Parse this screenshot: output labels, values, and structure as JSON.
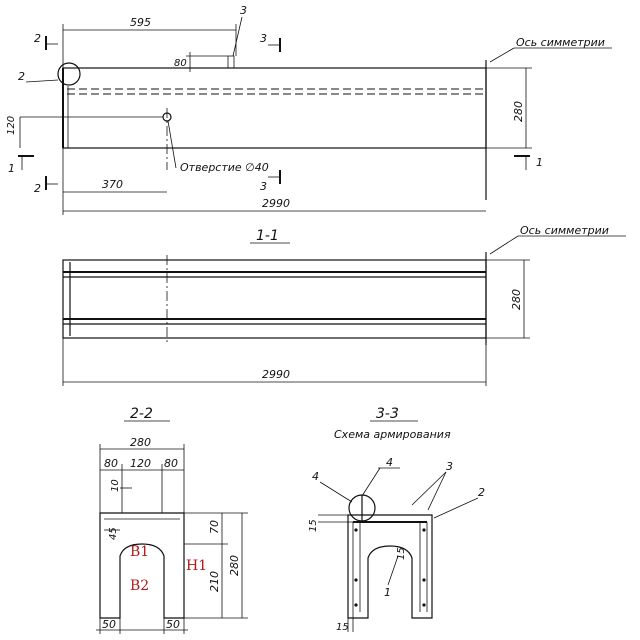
{
  "top_view": {
    "dim_595": "595",
    "dim_80": "80",
    "dim_120": "120",
    "dim_280": "280",
    "dim_370": "370",
    "dim_2990": "2990",
    "callout_3": "3",
    "callout_2_circle": "2",
    "section_2_top": "2",
    "section_2_bottom": "2",
    "section_3_top": "3",
    "section_3_bottom": "3",
    "section_1_left": "1",
    "section_1_right": "1",
    "hole_label": "Отверстие ∅40",
    "axis_label": "Ось симметрии"
  },
  "section_1_1": {
    "title": "1-1",
    "axis_label": "Ось симметрии",
    "dim_280": "280",
    "dim_2990": "2990"
  },
  "section_2_2": {
    "title": "2-2",
    "dim_280": "280",
    "dim_80_left": "80",
    "dim_120": "120",
    "dim_80_right": "80",
    "dim_10": "10",
    "dim_45": "45",
    "dim_70": "70",
    "dim_210": "210",
    "dim_280_v": "280",
    "dim_50_left": "50",
    "dim_50_right": "50",
    "label_b1": "B1",
    "label_b2": "B2",
    "label_h1": "H1"
  },
  "section_3_3": {
    "title": "3-3",
    "subtitle": "Схема армирования",
    "callout_4a": "4",
    "callout_4b": "4",
    "callout_3": "3",
    "callout_2": "2",
    "callout_1": "1",
    "dim_15_top": "15",
    "dim_15_mid": "15",
    "dim_15_bottom": "15"
  }
}
